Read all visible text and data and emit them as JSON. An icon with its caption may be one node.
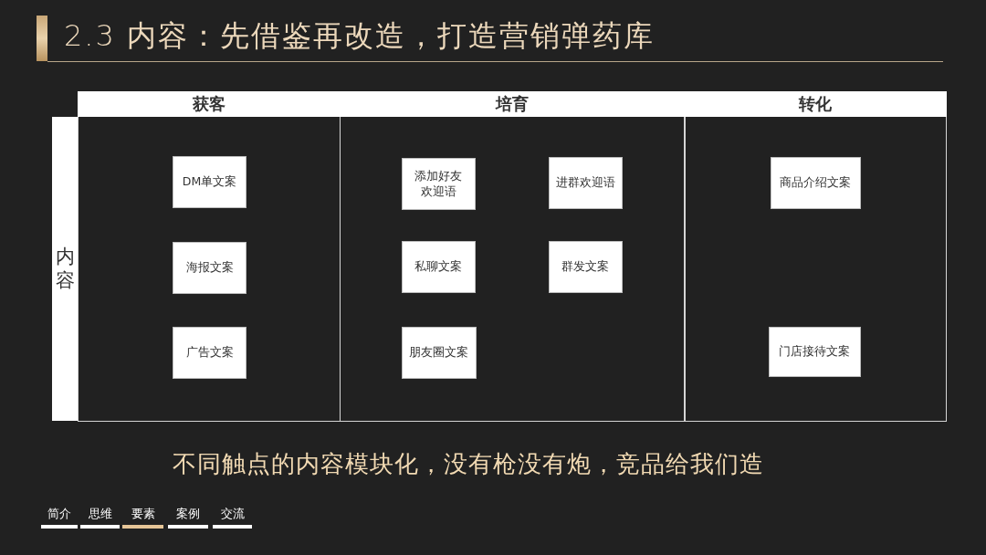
{
  "diagram": {
    "title": "2.3 内容：先借鉴再改造，打造营销弹药库",
    "caption": "不同触点的内容模块化，没有枪没有炮，竞品给我们造",
    "nodes": [
      {
        "text": [
          "内容"
        ]
      },
      {
        "text": [
          "获客"
        ]
      },
      {
        "text": [
          "培育"
        ]
      },
      {
        "text": [
          "转化"
        ]
      },
      {
        "text": [
          "DM单文案"
        ],
        "in": 1
      },
      {
        "text": [
          "添加好友欢迎语"
        ],
        "in": 2
      },
      {
        "text": [
          "进群欢迎语"
        ],
        "in": 2
      },
      {
        "text": [
          "商品介绍文案"
        ],
        "in": 3
      },
      {
        "text": [
          "海报文案"
        ],
        "in": 1
      },
      {
        "text": [
          "私聊文案"
        ],
        "in": 2
      },
      {
        "text": [
          "群发文案"
        ],
        "in": 2
      },
      {
        "text": [
          "广告文案"
        ],
        "in": 1
      },
      {
        "text": [
          "朋友圈文案"
        ],
        "in": 2
      },
      {
        "text": [
          "门店接待文案"
        ],
        "in": 3
      }
    ],
    "labels": [
      "简介",
      "思维",
      "要素",
      "案例",
      "交流"
    ]
  }
}
